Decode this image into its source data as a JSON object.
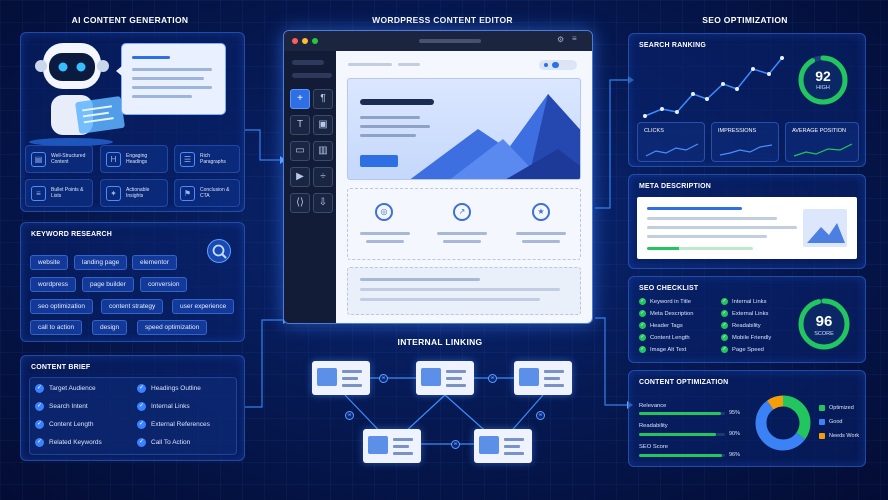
{
  "titles": {
    "ai": "AI CONTENT GENERATION",
    "editor": "WORDPRESS CONTENT EDITOR",
    "seo": "SEO OPTIMIZATION",
    "linking": "INTERNAL LINKING"
  },
  "ai_cards": [
    {
      "label": "Well-Structured Content",
      "icon": "document-icon"
    },
    {
      "label": "Engaging Headings",
      "icon": "heading-icon"
    },
    {
      "label": "Rich Paragraphs",
      "icon": "paragraph-icon"
    },
    {
      "label": "Bullet Points & Lists",
      "icon": "list-icon"
    },
    {
      "label": "Actionable Insights",
      "icon": "lightbulb-icon"
    },
    {
      "label": "Conclusion & CTA",
      "icon": "flag-icon"
    }
  ],
  "keyword": {
    "title": "KEYWORD RESEARCH",
    "tags": [
      "website",
      "landing page",
      "elementor",
      "wordpress",
      "page builder",
      "conversion",
      "seo optimization",
      "content strategy",
      "user experience",
      "call to action",
      "design",
      "speed optimization"
    ]
  },
  "brief": {
    "title": "CONTENT BRIEF",
    "items": [
      "Target Audience",
      "Headings Outline",
      "Search Intent",
      "Internal Links",
      "Content Length",
      "External References",
      "Related Keywords",
      "Call To Action"
    ]
  },
  "ranking": {
    "title": "SEARCH RANKING",
    "score": "92",
    "score_label": "HIGH",
    "score_fraction": 0.92,
    "metrics": [
      "CLICKS",
      "IMPRESSIONS",
      "AVERAGE POSITION"
    ]
  },
  "meta": {
    "title": "META DESCRIPTION"
  },
  "checklist": {
    "title": "SEO CHECKLIST",
    "items": [
      "Keyword in Title",
      "Internal Links",
      "Meta Description",
      "External Links",
      "Header Tags",
      "Readability",
      "Content Length",
      "Mobile Friendly",
      "Image Alt Text",
      "Page Speed"
    ],
    "score": "96",
    "score_label": "SCORE",
    "score_fraction": 0.96
  },
  "optimization": {
    "title": "CONTENT OPTIMIZATION",
    "bars": [
      {
        "label": "Relevance",
        "value": "95%",
        "fraction": 0.95
      },
      {
        "label": "Readability",
        "value": "90%",
        "fraction": 0.9
      },
      {
        "label": "SEO Score",
        "value": "96%",
        "fraction": 0.96
      }
    ],
    "legend": [
      {
        "label": "Optimized",
        "color": "#22c55e",
        "share": 0.35
      },
      {
        "label": "Good",
        "color": "#3b82f6",
        "share": 0.55
      },
      {
        "label": "Needs Work",
        "color": "#f59e0b",
        "share": 0.1
      }
    ]
  },
  "colors": {
    "accent": "#3b82ff",
    "good": "#22c55e",
    "warn": "#f59e0b"
  }
}
